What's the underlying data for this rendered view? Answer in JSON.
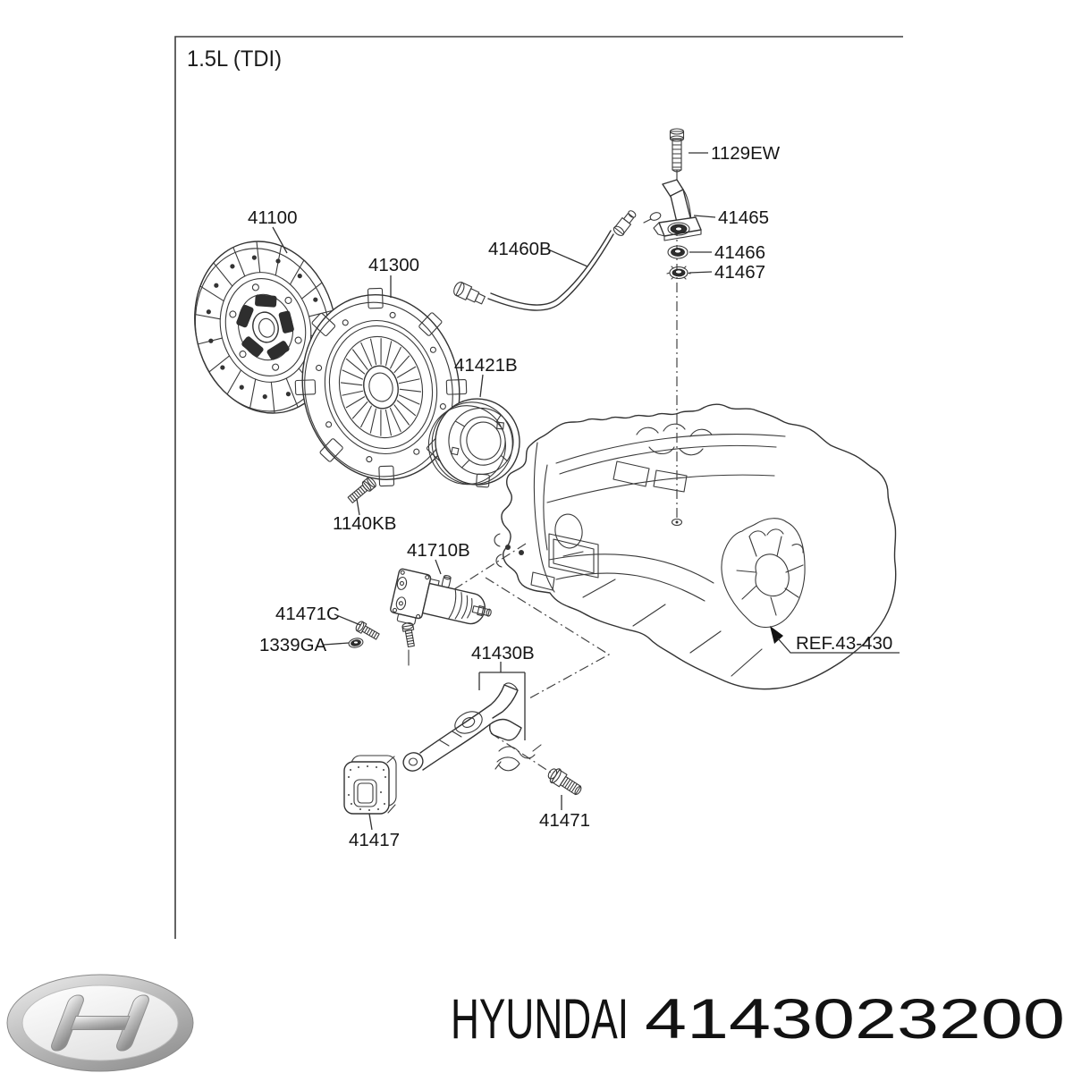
{
  "header": {
    "title": "1.5L (TDI)"
  },
  "labels": {
    "p41100": "41100",
    "p41300": "41300",
    "p41421B": "41421B",
    "p41460B": "41460B",
    "p1129EW": "1129EW",
    "p41465": "41465",
    "p41466": "41466",
    "p41467": "41467",
    "p1140KB": "1140KB",
    "p41710B": "41710B",
    "p41471C": "41471C",
    "p1339GA": "1339GA",
    "p41430B": "41430B",
    "p41417": "41417",
    "p41471": "41471",
    "ref_43_430": "REF.43-430"
  },
  "footer": {
    "brand": "HYUNDAI",
    "part_number": "4143023200",
    "logo": "hyundai-logo"
  },
  "colors": {
    "line": "#333333",
    "text": "#161616",
    "background": "#ffffff",
    "logo_silver": "#c2c2c2"
  }
}
